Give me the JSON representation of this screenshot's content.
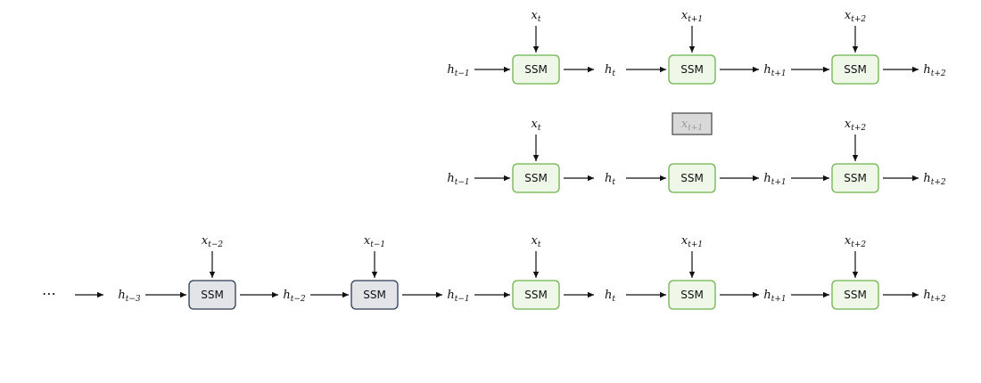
{
  "colors": {
    "active_fill": "#eef7e8",
    "active_stroke": "#6cb44a",
    "past_fill": "#e3e4e8",
    "past_stroke": "#2b3b56",
    "masked_fill": "#d9d9d9",
    "masked_stroke": "#444444",
    "arrow": "#111111"
  },
  "ellipsis": "⋯",
  "ssm_label": "SSM",
  "rows": [
    {
      "name": "row-1",
      "hidden_states": [
        {
          "base": "h",
          "sub": "t−1"
        },
        {
          "base": "h",
          "sub": "t"
        },
        {
          "base": "h",
          "sub": "t+1"
        },
        {
          "base": "h",
          "sub": "t+2"
        }
      ],
      "blocks": [
        {
          "style": "active",
          "input": {
            "base": "x",
            "sub": "t",
            "masked": false
          }
        },
        {
          "style": "active",
          "input": {
            "base": "x",
            "sub": "t+1",
            "masked": false
          }
        },
        {
          "style": "active",
          "input": {
            "base": "x",
            "sub": "t+2",
            "masked": false
          }
        }
      ]
    },
    {
      "name": "row-2",
      "hidden_states": [
        {
          "base": "h",
          "sub": "t−1"
        },
        {
          "base": "h",
          "sub": "t"
        },
        {
          "base": "h",
          "sub": "t+1"
        },
        {
          "base": "h",
          "sub": "t+2"
        }
      ],
      "blocks": [
        {
          "style": "active",
          "input": {
            "base": "x",
            "sub": "t",
            "masked": false
          }
        },
        {
          "style": "active",
          "input": {
            "base": "x",
            "sub": "t+1",
            "masked": true
          }
        },
        {
          "style": "active",
          "input": {
            "base": "x",
            "sub": "t+2",
            "masked": false
          }
        }
      ]
    },
    {
      "name": "row-3",
      "leading_ellipsis": true,
      "hidden_states": [
        {
          "base": "h",
          "sub": "t−3"
        },
        {
          "base": "h",
          "sub": "t−2"
        },
        {
          "base": "h",
          "sub": "t−1"
        },
        {
          "base": "h",
          "sub": "t"
        },
        {
          "base": "h",
          "sub": "t+1"
        },
        {
          "base": "h",
          "sub": "t+2"
        }
      ],
      "blocks": [
        {
          "style": "past",
          "input": {
            "base": "x",
            "sub": "t−2",
            "masked": false
          }
        },
        {
          "style": "past",
          "input": {
            "base": "x",
            "sub": "t−1",
            "masked": false
          }
        },
        {
          "style": "active",
          "input": {
            "base": "x",
            "sub": "t",
            "masked": false
          }
        },
        {
          "style": "active",
          "input": {
            "base": "x",
            "sub": "t+1",
            "masked": false
          }
        },
        {
          "style": "active",
          "input": {
            "base": "x",
            "sub": "t+2",
            "masked": false
          }
        }
      ]
    }
  ]
}
